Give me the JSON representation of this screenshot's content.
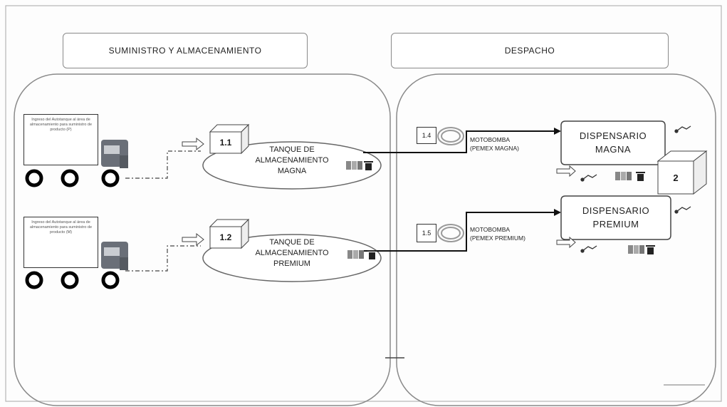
{
  "sections": {
    "left_header": "SUMINISTRO Y ALMACENAMIENTO",
    "right_header": "DESPACHO"
  },
  "trucks": [
    {
      "note": "Ingreso del Autotanque al área de almacenamiento para suministro de producto (P)"
    },
    {
      "note": "Ingreso del Autotanque al área de almacenamiento para suministro de producto (M)"
    }
  ],
  "tanks": [
    {
      "id": "1.1",
      "line1": "TANQUE DE",
      "line2": "ALMACENAMIENTO",
      "line3": "MAGNA"
    },
    {
      "id": "1.2",
      "line1": "TANQUE DE",
      "line2": "ALMACENAMIENTO",
      "line3": "PREMIUM"
    }
  ],
  "pumps": [
    {
      "id": "1.4",
      "line1": "MOTOBOMBA",
      "line2": "(PEMEX MAGNA)"
    },
    {
      "id": "1.5",
      "line1": "MOTOBOMBA",
      "line2": "(PEMEX PREMIUM)"
    }
  ],
  "dispensers": [
    {
      "line1": "DISPENSARIO",
      "line2": "MAGNA"
    },
    {
      "line1": "DISPENSARIO",
      "line2": "PREMIUM"
    }
  ],
  "node_2": "2",
  "icons": [
    "arrow-right-icon",
    "books-icon",
    "trash-icon",
    "hose-nozzle-icon",
    "pump-coil-icon",
    "truck-icon",
    "cube-icon"
  ],
  "colors": {
    "truck_body": "#6a6f78",
    "truck_window": "#9fa3aa",
    "line": "#111111",
    "panel_border": "#8a8a8a"
  }
}
